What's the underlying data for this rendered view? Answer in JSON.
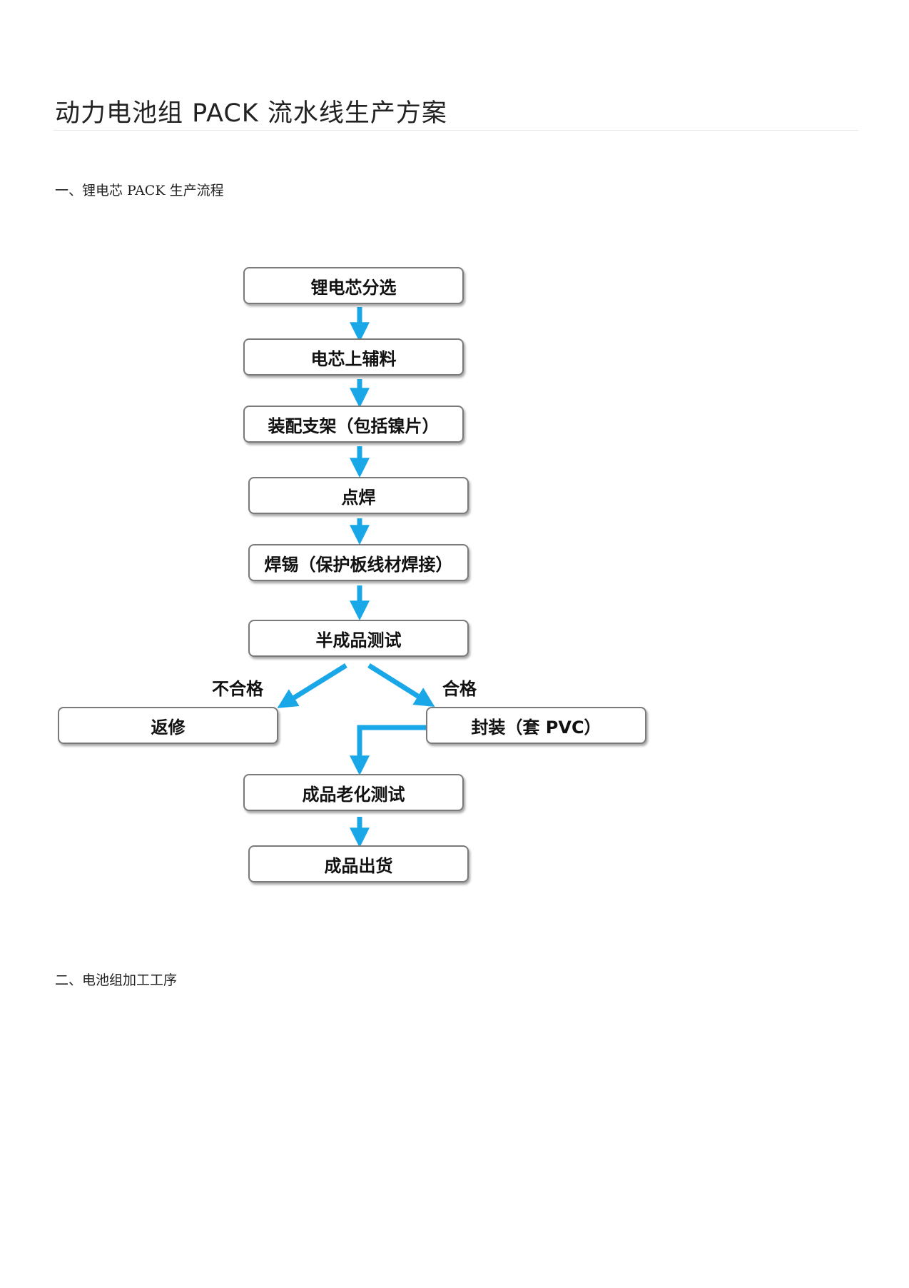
{
  "document": {
    "title": "动力电池组 PACK 流水线生产方案",
    "section1": "一、锂电芯 PACK 生产流程",
    "section2": "二、电池组加工工序"
  },
  "flowchart": {
    "arrow_color": "#1aa7e8",
    "steps": [
      "锂电芯分选",
      "电芯上辅料",
      "装配支架（包括镍片）",
      "点焊",
      "焊锡（保护板线材焊接）",
      "半成品测试",
      "返修",
      "封装（套 PVC）",
      "成品老化测试",
      "成品出货"
    ],
    "labels": {
      "fail": "不合格",
      "pass": "合格"
    }
  }
}
